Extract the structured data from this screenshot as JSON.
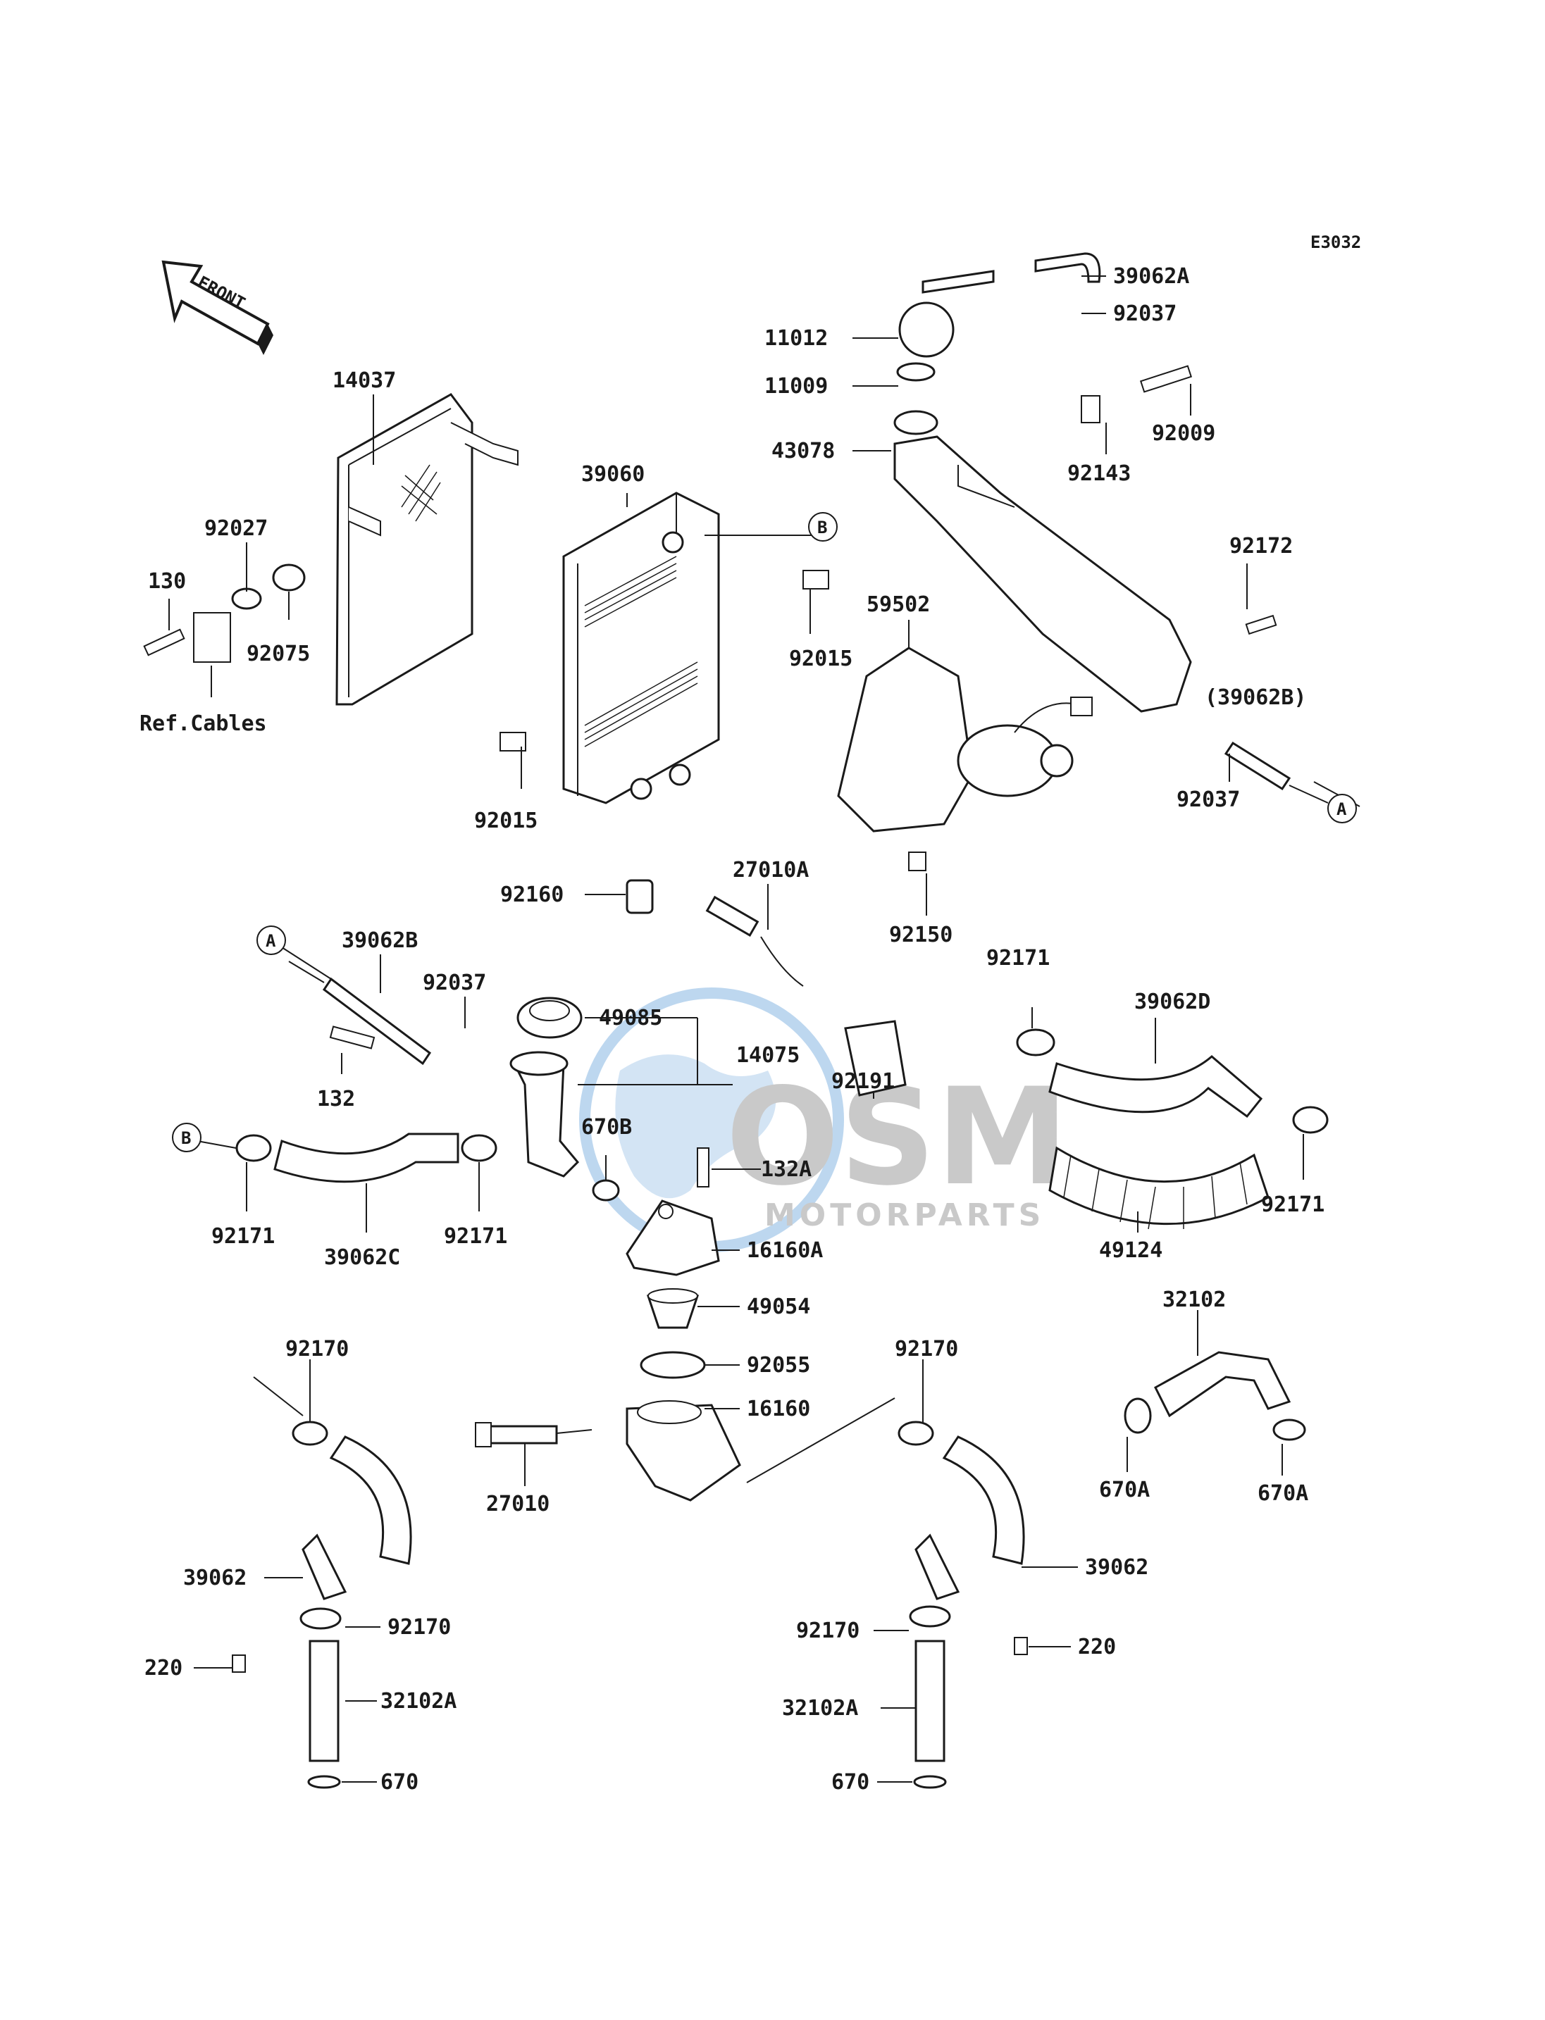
{
  "diagram_code": "E3032",
  "front_arrow_label": "FRONT",
  "ref_note": "Ref.Cables",
  "watermark": {
    "main": "OSM",
    "sub": "MOTORPARTS",
    "color": "#6fa8dc"
  },
  "callouts": {
    "A": "A",
    "B": "B"
  },
  "parts": {
    "p39062A": "39062A",
    "p92037a": "92037",
    "p11012": "11012",
    "p11009": "11009",
    "p92009": "92009",
    "p43078": "43078",
    "p92143": "92143",
    "p92172": "92172",
    "p39062B_ref": "(39062B)",
    "p92037b": "92037",
    "p14037": "14037",
    "p39060": "39060",
    "p92027": "92027",
    "p130": "130",
    "p92075": "92075",
    "p92015a": "92015",
    "p59502": "59502",
    "p92015b": "92015",
    "p92160": "92160",
    "p27010A": "27010A",
    "p92150": "92150",
    "p39062B": "39062B",
    "p92037c": "92037",
    "p132": "132",
    "p49085": "49085",
    "p14075": "14075",
    "p92191": "92191",
    "p92171a": "92171",
    "p39062D": "39062D",
    "p670B": "670B",
    "p132A": "132A",
    "p92171b": "92171",
    "p39062C": "39062C",
    "p92171c": "92171",
    "p16160A": "16160A",
    "p49124": "49124",
    "p92171d": "92171",
    "p49054": "49054",
    "p92055": "92055",
    "p32102": "32102",
    "p92170a": "92170",
    "p92170b": "92170",
    "p16160": "16160",
    "p27010": "27010",
    "p670Aa": "670A",
    "p670Ab": "670A",
    "p39062a": "39062",
    "p39062b": "39062",
    "p92170c": "92170",
    "p92170d": "92170",
    "p220a": "220",
    "p220b": "220",
    "p32102Aa": "32102A",
    "p32102Ab": "32102A",
    "p670a": "670",
    "p670b": "670"
  }
}
